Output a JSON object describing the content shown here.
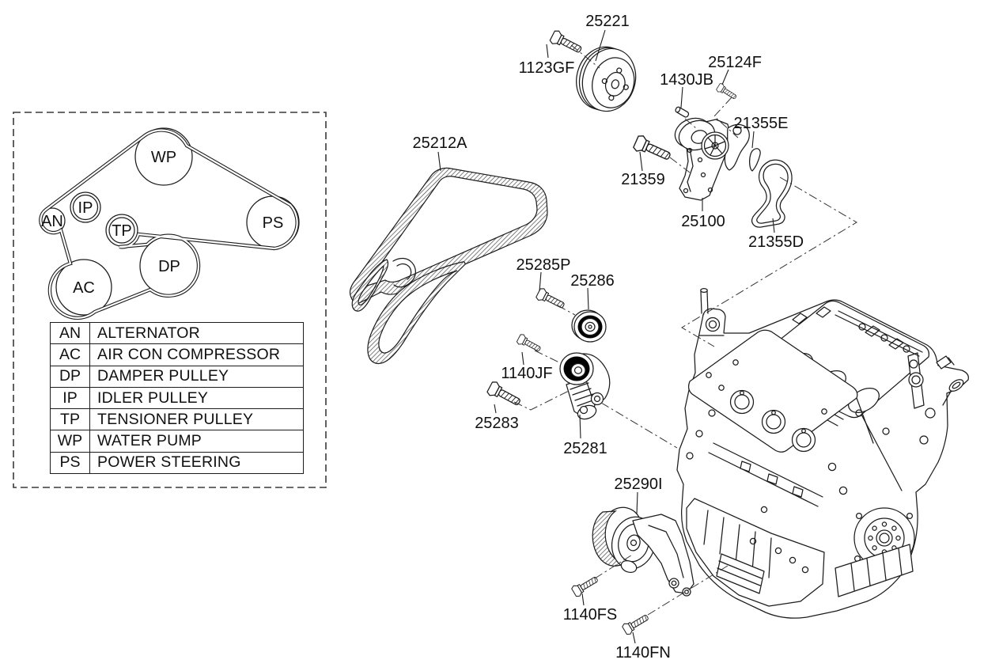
{
  "colors": {
    "background": "#ffffff",
    "line": "#1c1c1c"
  },
  "legend": {
    "pulleys": {
      "wp": "WP",
      "ps": "PS",
      "an": "AN",
      "ip": "IP",
      "tp": "TP",
      "dp": "DP",
      "ac": "AC"
    },
    "table": [
      {
        "abbr": "AN",
        "name": "ALTERNATOR"
      },
      {
        "abbr": "AC",
        "name": "AIR CON COMPRESSOR"
      },
      {
        "abbr": "DP",
        "name": "DAMPER PULLEY"
      },
      {
        "abbr": "IP",
        "name": "IDLER PULLEY"
      },
      {
        "abbr": "TP",
        "name": "TENSIONER PULLEY"
      },
      {
        "abbr": "WP",
        "name": "WATER PUMP"
      },
      {
        "abbr": "PS",
        "name": "POWER STEERING"
      }
    ]
  },
  "labels": {
    "l25221": "25221",
    "l1123GF": "1123GF",
    "l25124F": "25124F",
    "l1430JB": "1430JB",
    "l21355E": "21355E",
    "l21359": "21359",
    "l25100": "25100",
    "l21355D": "21355D",
    "l25212A": "25212A",
    "l25285P": "25285P",
    "l25286": "25286",
    "l1140JF": "1140JF",
    "l25283": "25283",
    "l25281": "25281",
    "l25290I": "25290I",
    "l1140FS": "1140FS",
    "l1140FN": "1140FN"
  }
}
